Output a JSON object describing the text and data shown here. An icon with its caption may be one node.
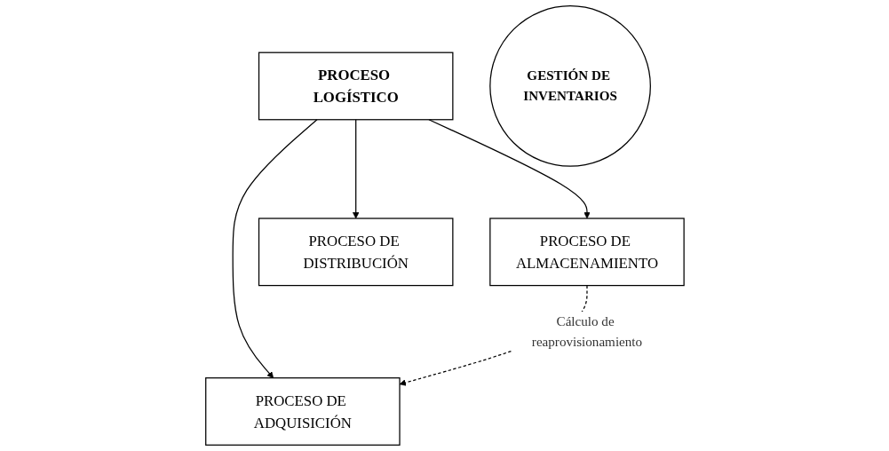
{
  "diagram": {
    "nodes": [
      {
        "text": [
          "PROCESO LOGÍSTICO"
        ]
      },
      {
        "text": [
          "PROCESO DE ADQUISICIÓN"
        ]
      },
      {
        "text": [
          "PROCESO DE ALMACENAMIENTO"
        ]
      },
      {
        "text": [
          "PROCESO DE DISTRIBUCIÓN"
        ]
      },
      {
        "text": [
          "GESTIÓN DE INVENTARIOS"
        ]
      }
    ],
    "edges": [
      {
        "from": 0,
        "to": 1,
        "arrow": "to"
      },
      {
        "from": 0,
        "to": 2,
        "arrow": "to"
      },
      {
        "from": 0,
        "to": 3,
        "arrow": "to"
      },
      {
        "from": 2,
        "to": 1,
        "arrow": "to",
        "style": "dashed",
        "label": "Cálculo de reaprovisionamiento"
      }
    ]
  }
}
